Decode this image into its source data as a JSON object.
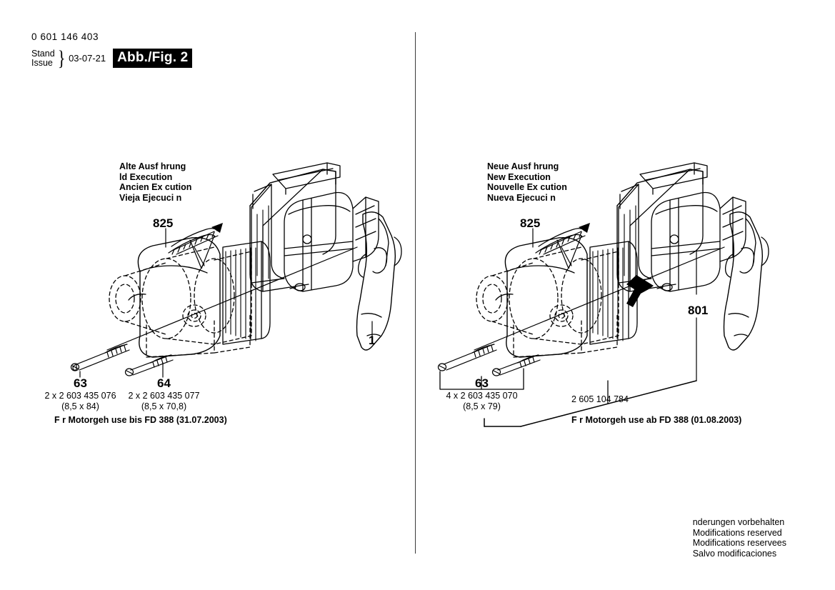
{
  "header": {
    "order_number": "0 601 146 403",
    "stand_label": "Stand",
    "issue_label": "Issue",
    "brace": "}",
    "date": "03-07-21",
    "figure_badge": "Abb./Fig. 2"
  },
  "panels": [
    {
      "id": "left",
      "execution": {
        "de": "Alte Ausf hrung",
        "en": " ld Execution",
        "fr": "Ancien Ex cution",
        "es": "Vieja Ejecuci n"
      },
      "callouts": [
        {
          "name": "callout-825",
          "label": "825"
        },
        {
          "name": "callout-1",
          "label": "1"
        }
      ],
      "parts": [
        {
          "name": "part-63",
          "number": "63",
          "code": "2 x 2 603 435 076",
          "dimension": "(8,5 x 84)"
        },
        {
          "name": "part-64",
          "number": "64",
          "code": "2 x 2 603 435 077",
          "dimension": "(8,5 x 70,8)"
        }
      ],
      "use_note": "F r Motorgeh use bis FD 388 (31.07.2003)"
    },
    {
      "id": "right",
      "execution": {
        "de": "Neue Ausf hrung",
        "en": "New Execution",
        "fr": "Nouvelle Ex cution",
        "es": "Nueva Ejecuci n"
      },
      "callouts": [
        {
          "name": "callout-825",
          "label": "825"
        },
        {
          "name": "callout-801",
          "label": "801"
        }
      ],
      "parts": [
        {
          "name": "part-63",
          "number": "63",
          "code": "4 x 2 603 435 070",
          "dimension": "(8,5 x 79)"
        }
      ],
      "assembly_code": "2 605 104 784",
      "use_note": "F r Motorgeh use ab FD 388 (01.08.2003)"
    }
  ],
  "footer": {
    "line1": " nderungen vorbehalten",
    "line2": "Modifications reserved",
    "line3": "Modifications reservees",
    "line4": "Salvo modificaciones"
  },
  "colors": {
    "ink": "#000000",
    "divider": "#3b3b3b",
    "paper": "#ffffff"
  }
}
